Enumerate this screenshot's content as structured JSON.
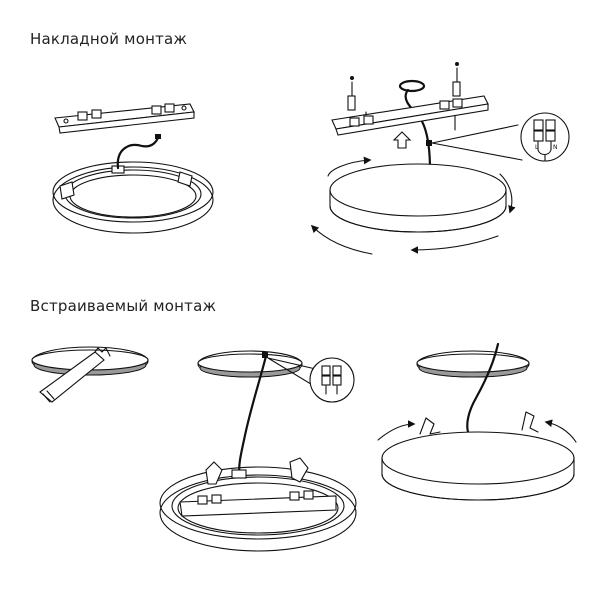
{
  "sections": {
    "surface": {
      "title": "Накладной монтаж"
    },
    "recessed": {
      "title": "Встраиваемый монтаж"
    }
  },
  "terminal_labels": {
    "left": "L",
    "right": "N"
  },
  "colors": {
    "line": "#111111",
    "cutout_edge": "#9a9a9a",
    "background": "#ffffff"
  }
}
